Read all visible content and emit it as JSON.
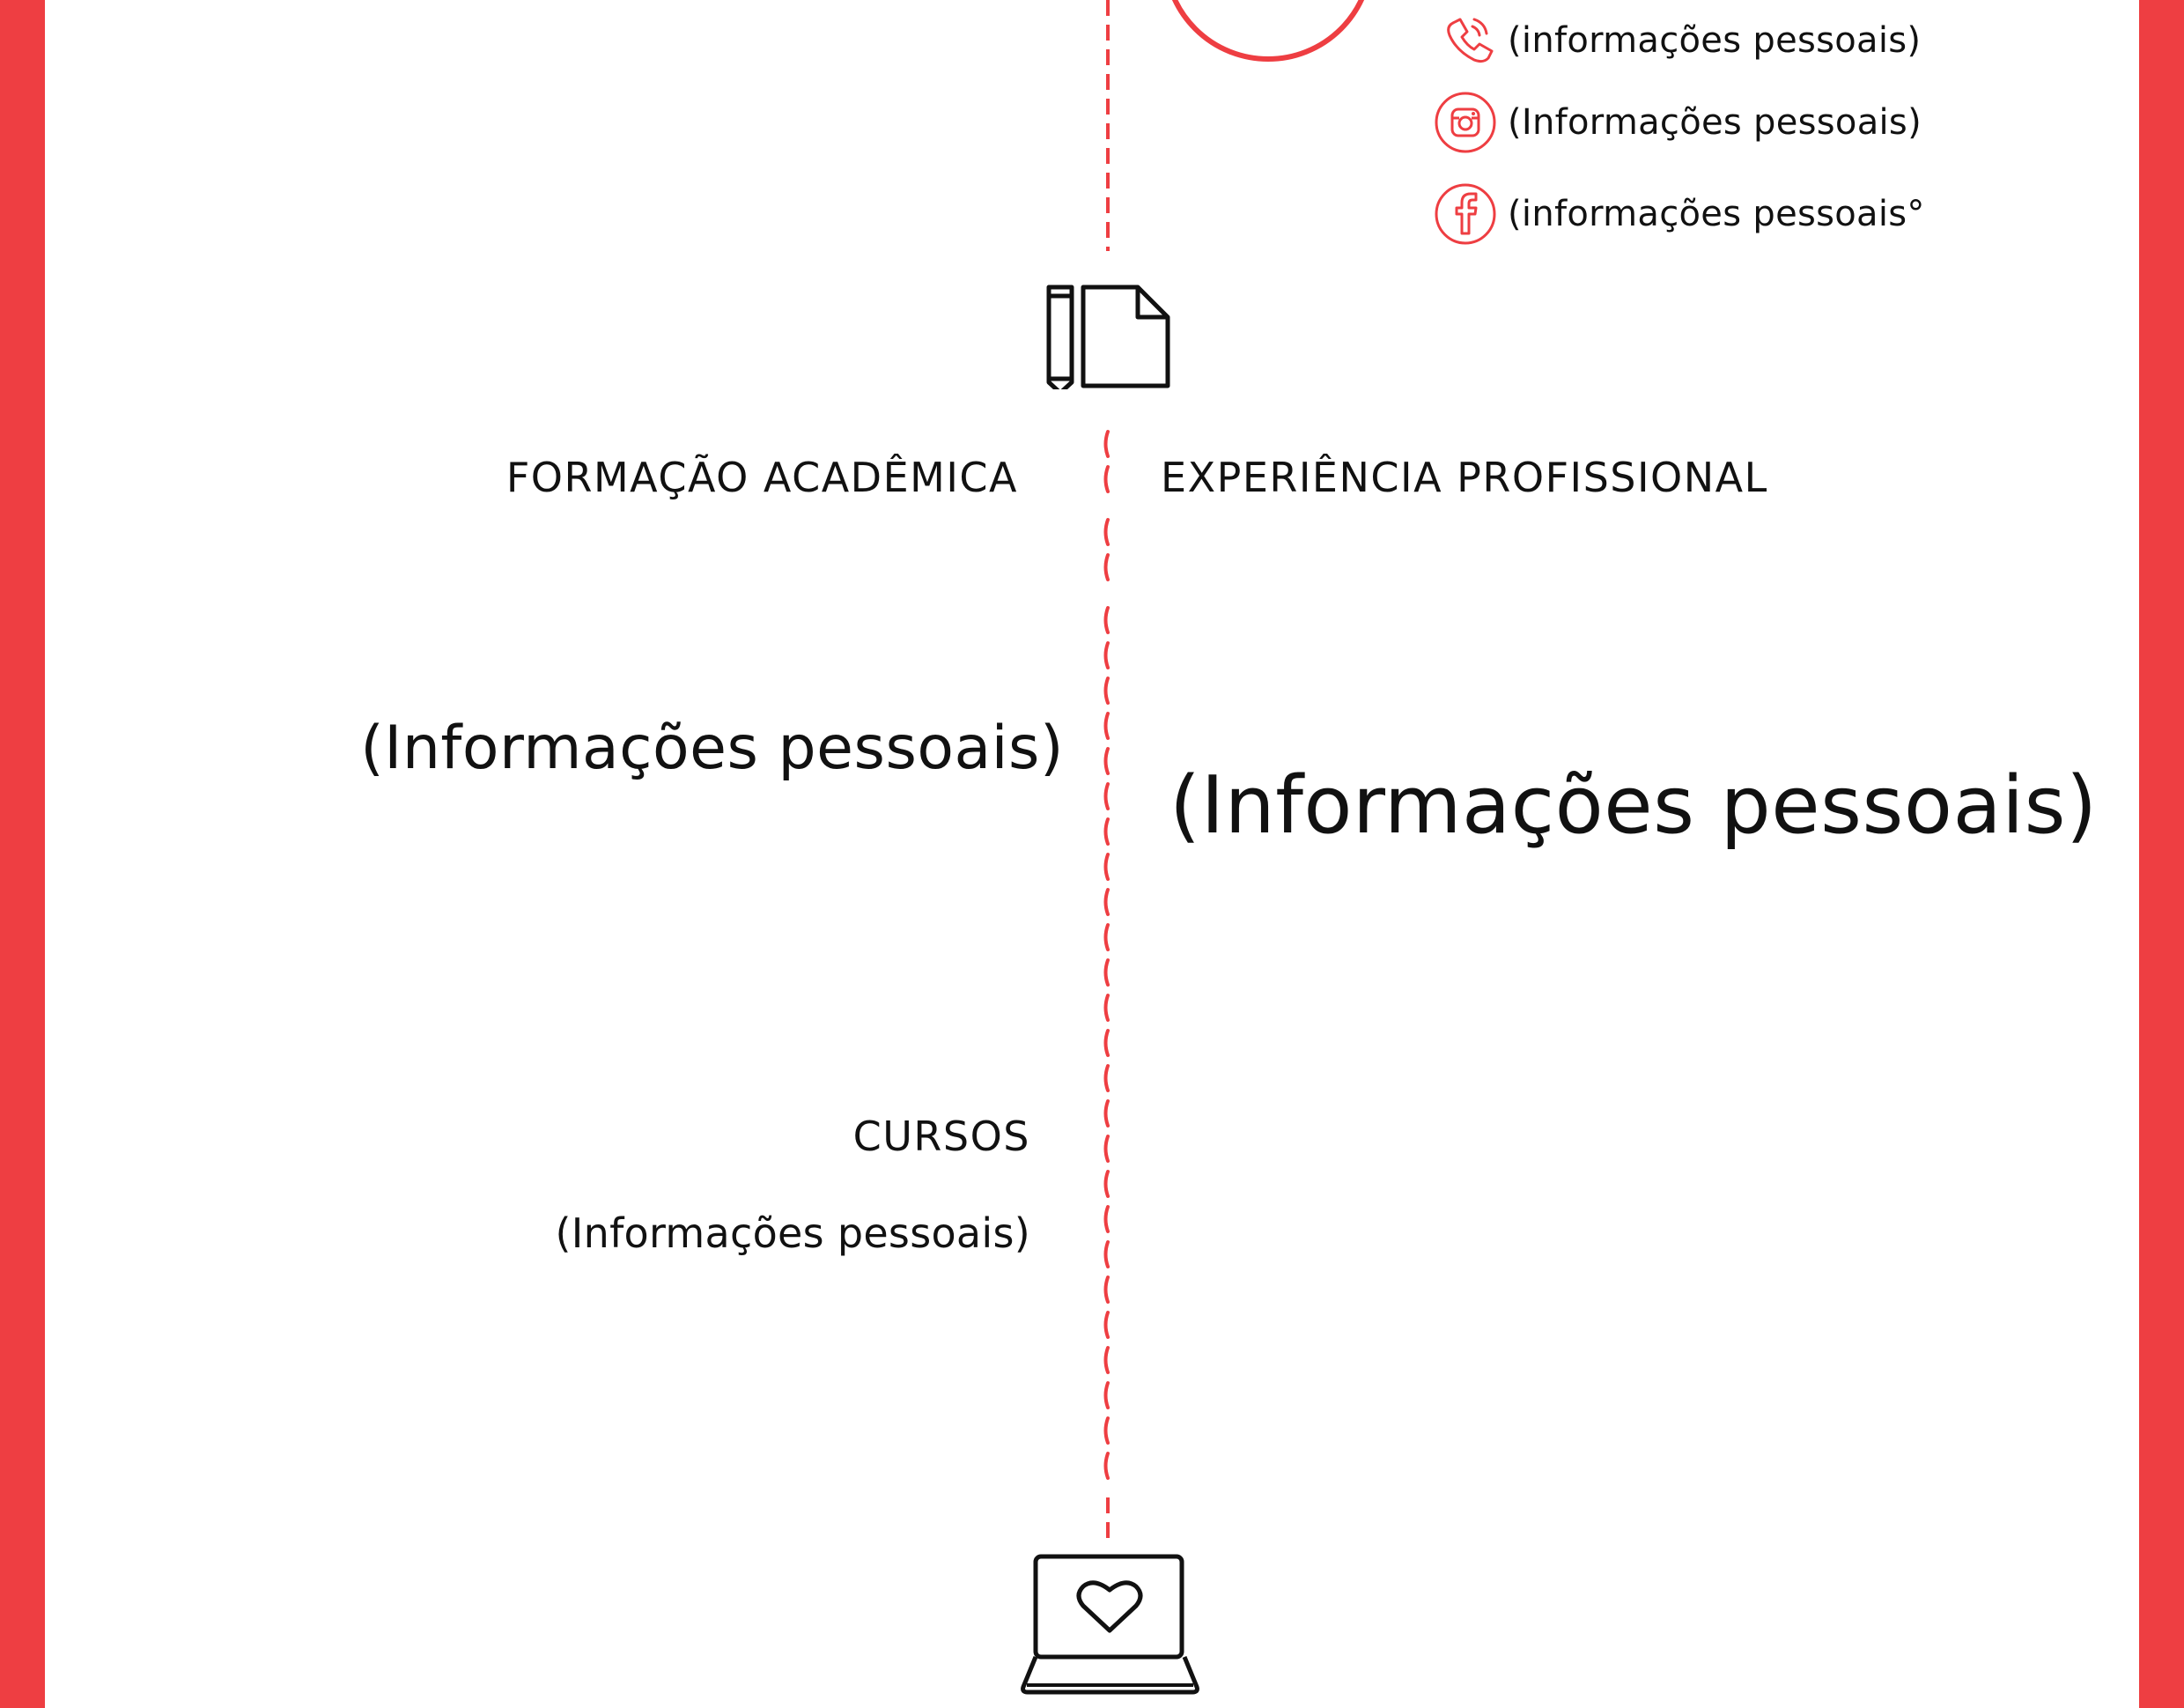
{
  "colors": {
    "accent": "#ee3e42",
    "text": "#111111",
    "background": "#ffffff"
  },
  "contacts": [
    {
      "icon": "phone-icon",
      "text": "(informações pessoais)"
    },
    {
      "icon": "instagram-icon",
      "text": "(Informações pessoais)"
    },
    {
      "icon": "facebook-icon",
      "text": "(informações pessoais°"
    }
  ],
  "sections": {
    "education": {
      "title": "FORMAÇÃO ACADÊMICA",
      "content": "(Informações pessoais)"
    },
    "experience": {
      "title": "EXPERIÊNCIA PROFISSIONAL",
      "content": "(Informações pessoais)"
    },
    "courses": {
      "title": "CURSOS",
      "content": "(Informações pessoais)"
    }
  },
  "icons": {
    "section_icon": "document-pencil-icon",
    "footer_icon": "laptop-heart-icon"
  }
}
